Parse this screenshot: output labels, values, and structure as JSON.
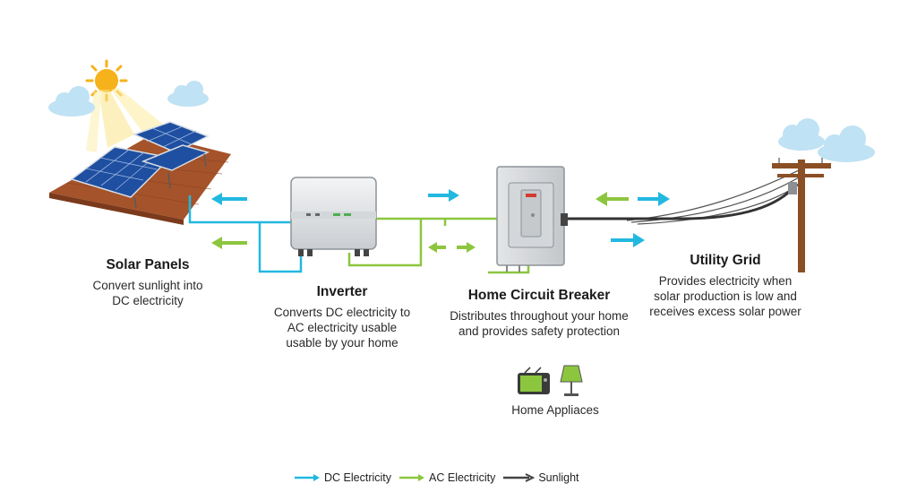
{
  "colors": {
    "dc": "#22b8e0",
    "ac": "#8cc63f",
    "sun": "#444444",
    "sun_disk": "#f6b21a",
    "panel": "#1f4fa0",
    "roof": "#a5532a",
    "pole": "#8a4f24",
    "cloud": "#bfe2f4"
  },
  "icons": [
    "sun-icon",
    "cloud-icon",
    "solar-panel-icon",
    "inverter-icon",
    "breaker-panel-icon",
    "utility-pole-icon",
    "tv-icon",
    "lamp-icon"
  ],
  "components": {
    "solar_panels": {
      "title": "Solar Panels",
      "desc": [
        "Convert sunlight into",
        "DC electricity"
      ]
    },
    "inverter": {
      "title": "Inverter",
      "desc": [
        "Converts DC electricity to",
        "AC electricity usable",
        "usable by your home"
      ]
    },
    "breaker": {
      "title": "Home Circuit Breaker",
      "desc": [
        "Distributes throughout your home",
        "and provides safety protection"
      ]
    },
    "grid": {
      "title": "Utility Grid",
      "desc": [
        "Provides electricity when",
        "solar production is low and",
        "receives excess solar power"
      ]
    },
    "appliances": {
      "label": "Home Appliaces"
    }
  },
  "legend": [
    {
      "label": "DC Electricity",
      "color": "#22b8e0"
    },
    {
      "label": "AC Electricity",
      "color": "#8cc63f"
    },
    {
      "label": "Sunlight",
      "color": "#444444"
    }
  ]
}
